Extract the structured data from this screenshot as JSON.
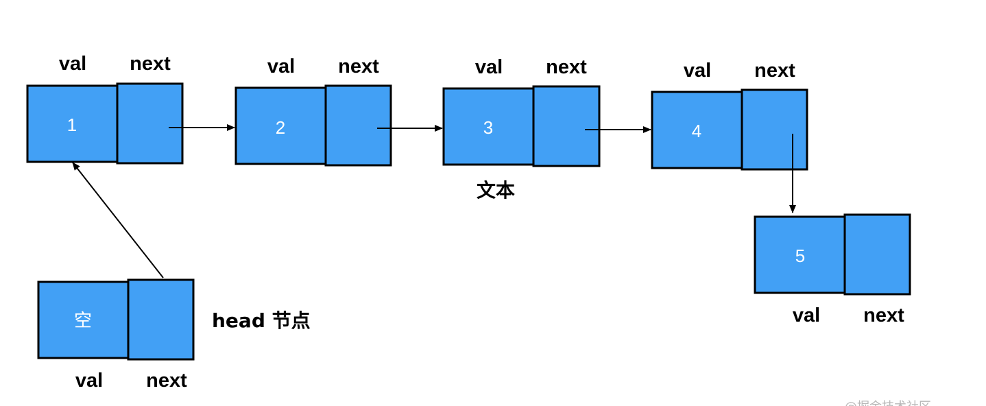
{
  "diagram": {
    "title": "",
    "nodes": [
      {
        "id": "node-1",
        "value": "1",
        "val_label": "val",
        "next_label": "next"
      },
      {
        "id": "node-2",
        "value": "2",
        "val_label": "val",
        "next_label": "next"
      },
      {
        "id": "node-3",
        "value": "3",
        "val_label": "val",
        "next_label": "next"
      },
      {
        "id": "node-4",
        "value": "4",
        "val_label": "val",
        "next_label": "next"
      },
      {
        "id": "node-5",
        "value": "5",
        "val_label": "val",
        "next_label": "next"
      },
      {
        "id": "head-node",
        "value": "空",
        "val_label": "val",
        "next_label": "next"
      }
    ],
    "edges": [
      {
        "from": "head-node",
        "to": "node-1"
      },
      {
        "from": "node-1",
        "to": "node-2"
      },
      {
        "from": "node-2",
        "to": "node-3"
      },
      {
        "from": "node-3",
        "to": "node-4"
      },
      {
        "from": "node-4",
        "to": "node-5"
      }
    ],
    "annotations": {
      "text_label": "文本",
      "head_label": "head 节点"
    },
    "watermark": "@掘金技术社区"
  },
  "colors": {
    "node_fill": "#42a0f5",
    "border": "#000000",
    "value_text": "#ffffff"
  }
}
